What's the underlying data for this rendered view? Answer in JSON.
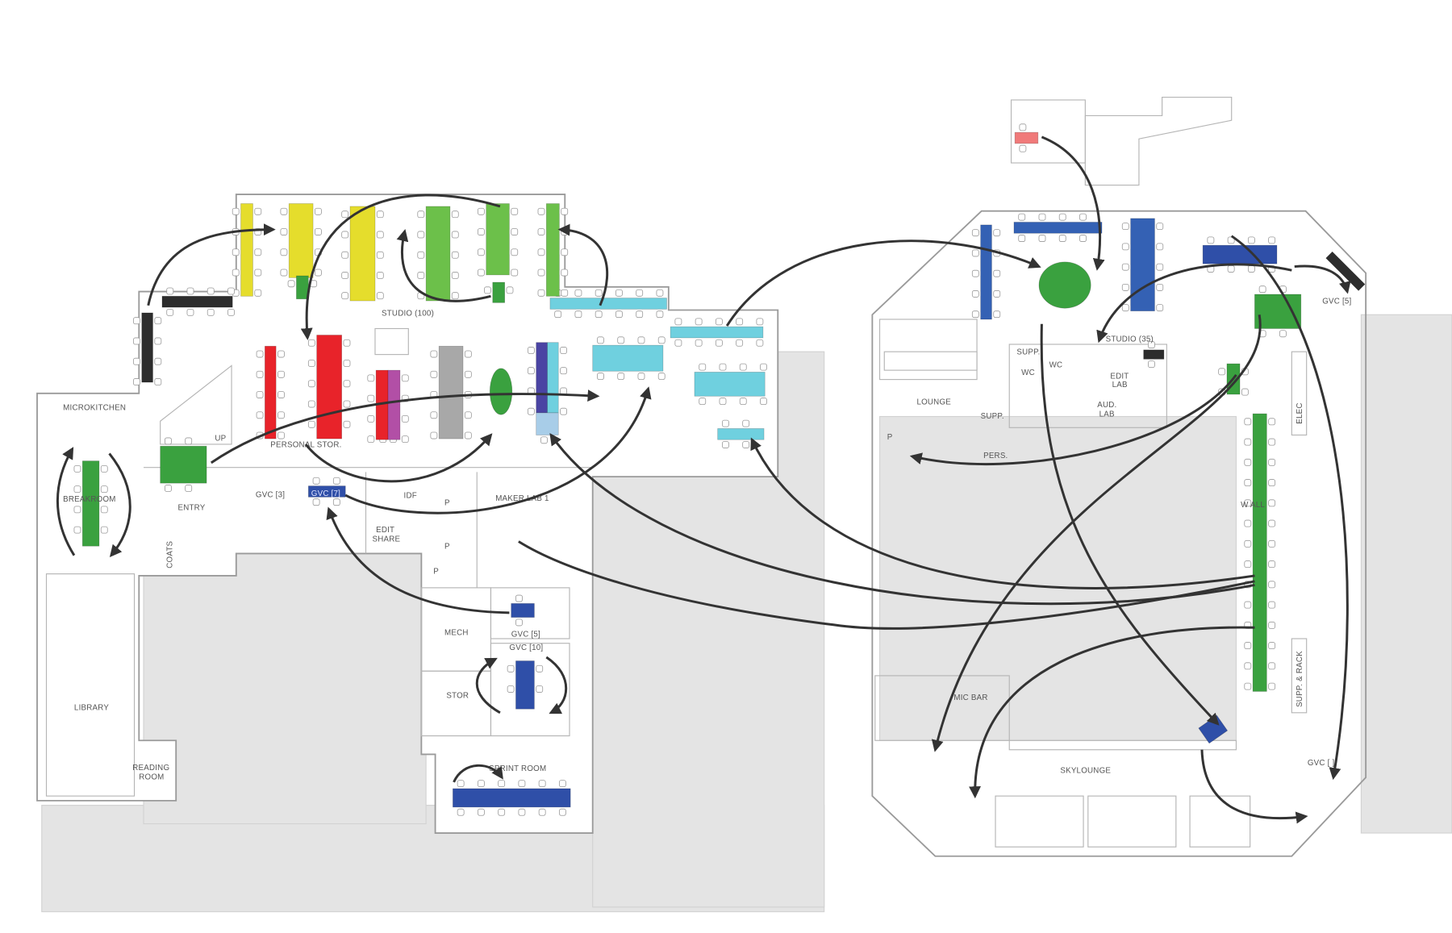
{
  "colors": {
    "yellow": "#e5dd2c",
    "green": "#3aa13f",
    "lime": "#6cc04a",
    "cyan": "#6fd0df",
    "red": "#e8232a",
    "purple": "#b24fa6",
    "gray": "#a8a8a8",
    "indigo": "#4a44a3",
    "lightblue": "#a8cde8",
    "blue": "#2f4fa8",
    "steel": "#3461b4",
    "black": "#2d2d2d",
    "salmon": "#f07a7a",
    "arrow": "#333333"
  },
  "left_floor": {
    "labels": {
      "studio": "STUDIO (100)",
      "personal_storage": "PERSONAL STOR.",
      "microkitchen": "MICROKITCHEN",
      "breakroom": "BREAKROOM",
      "entry": "ENTRY",
      "up": "UP",
      "coats": "COATS",
      "library": "LIBRARY",
      "reading_room_1": "READING",
      "reading_room_2": "ROOM",
      "gvc3": "GVC [3]",
      "gvc7": "GVC [7]",
      "idf": "IDF",
      "edit_share_1": "EDIT",
      "edit_share_2": "SHARE",
      "p1": "P",
      "p2": "P",
      "p3": "P",
      "maker_lab": "MAKER LAB 1",
      "mech": "MECH",
      "gvc5": "GVC [5]",
      "gvc10": "GVC [10]",
      "stor": "STOR",
      "sprint_room": "SPRINT ROOM"
    }
  },
  "right_floor": {
    "labels": {
      "studio": "STUDIO (35)",
      "supp1": "SUPP.",
      "wc1": "WC",
      "wc2": "WC",
      "edit_lab_1": "EDIT",
      "edit_lab_2": "LAB",
      "aud_lab_1": "AUD.",
      "aud_lab_2": "LAB",
      "lounge": "LOUNGE",
      "supp2": "SUPP.",
      "pers": "PERS.",
      "p": "P",
      "elec": "ELEC",
      "wall": "W    ALL",
      "supp_rack": "SUPP. & RACK",
      "microbar": "MIC    BAR",
      "skylounge": "SKYLOUNGE",
      "gvc5": "GVC [5]",
      "gvc_bottom": "GVC [  ]"
    }
  }
}
